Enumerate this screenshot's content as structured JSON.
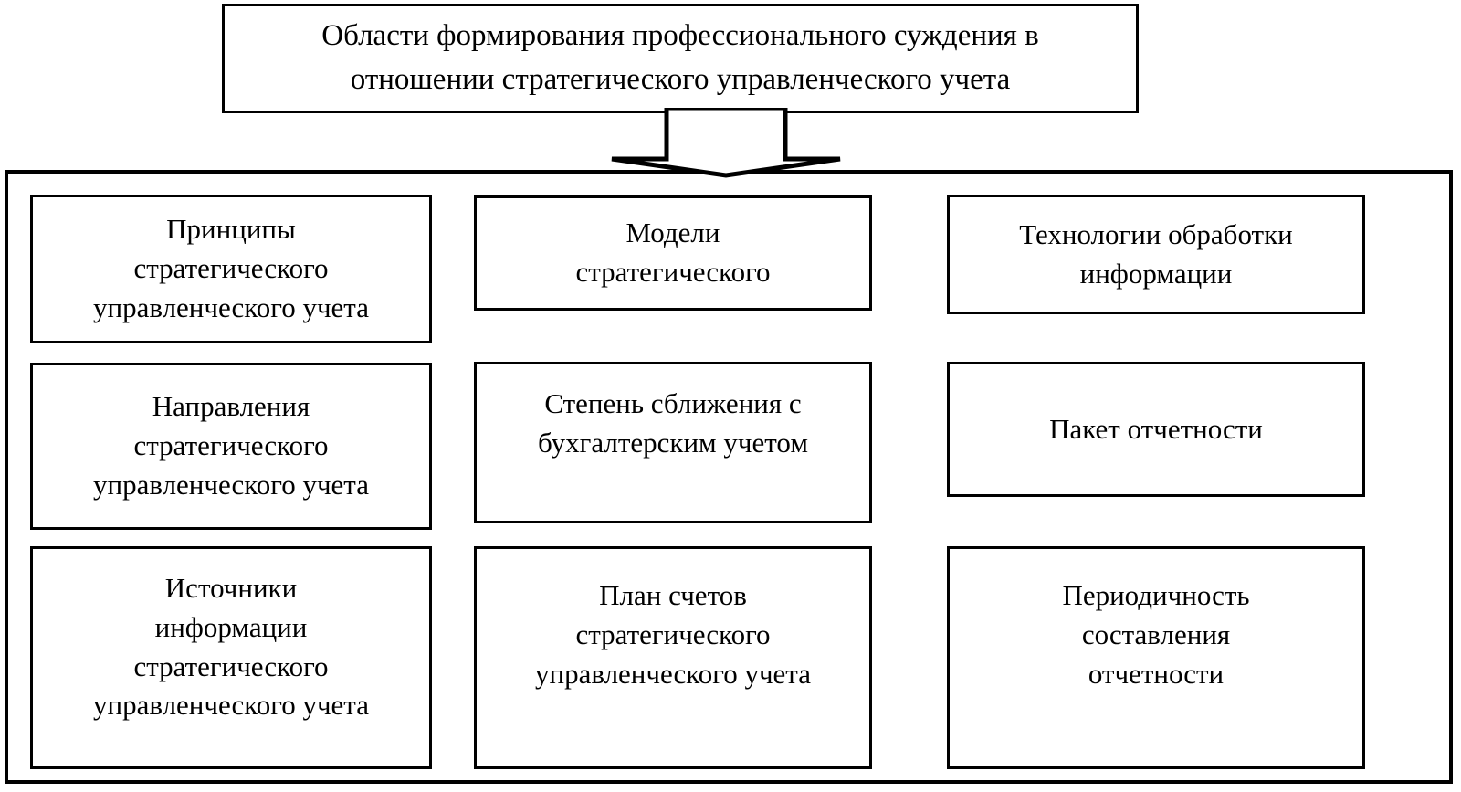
{
  "diagram": {
    "title": "Области формирования профессионального суждения в\nотношении стратегического  управленческого учета",
    "connector": "down-arrow",
    "columns": [
      {
        "name": "column-1",
        "items": [
          {
            "label": "Принципы\nстратегического\nуправленческого  учета"
          },
          {
            "label": "Направления\nстратегического\nуправленческого  учета"
          },
          {
            "label": "Источники\nинформации\nстратегического\nуправленческого  учета"
          }
        ]
      },
      {
        "name": "column-2",
        "items": [
          {
            "label": "Модели\nстратегического"
          },
          {
            "label": "Степень сближения с\nбухгалтерским  учетом"
          },
          {
            "label": "План счетов\nстратегического\nуправленческого  учета"
          }
        ]
      },
      {
        "name": "column-3",
        "items": [
          {
            "label": "Технологии обработки\nинформации"
          },
          {
            "label": "Пакет  отчетности"
          },
          {
            "label": "Периодичность\nсоставления\nотчетности"
          }
        ]
      }
    ]
  },
  "colors": {
    "stroke": "#000000",
    "fill": "#ffffff",
    "text": "#000000"
  }
}
